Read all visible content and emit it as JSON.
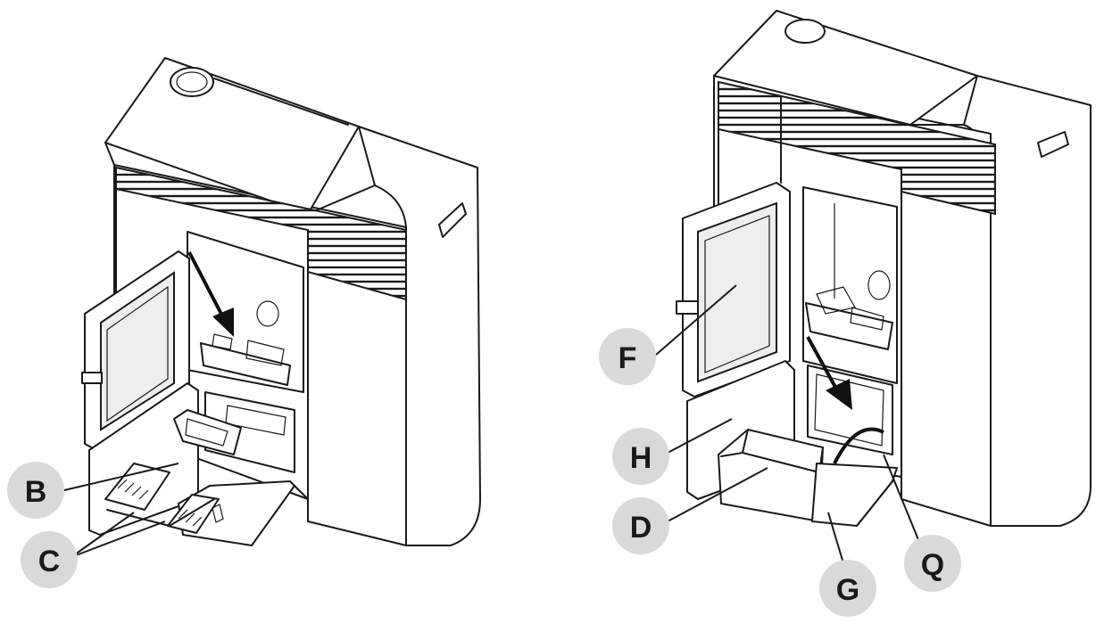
{
  "callouts": {
    "B": "B",
    "C": "C",
    "F": "F",
    "H": "H",
    "D": "D",
    "G": "G",
    "Q": "Q"
  }
}
